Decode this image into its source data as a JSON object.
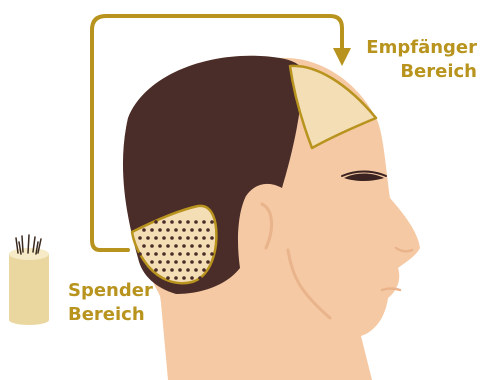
{
  "labels": {
    "recipient": [
      "Empfänger",
      "Bereich"
    ],
    "donor": [
      "Spender",
      "Bereich"
    ]
  },
  "icons": {
    "head": "head-profile",
    "arrow": "transfer-arrow",
    "graft": "hair-graft-cylinder"
  },
  "colors": {
    "accent": "#B8941E",
    "skin": "#F5C9A3",
    "skin_shadow": "#E9B38C",
    "hair": "#4A2C29",
    "patch": "#F4DEB5",
    "follicle_dot": "#4A2C29",
    "graft_body": "#EAD7A0",
    "graft_top": "#F6EBC6"
  }
}
